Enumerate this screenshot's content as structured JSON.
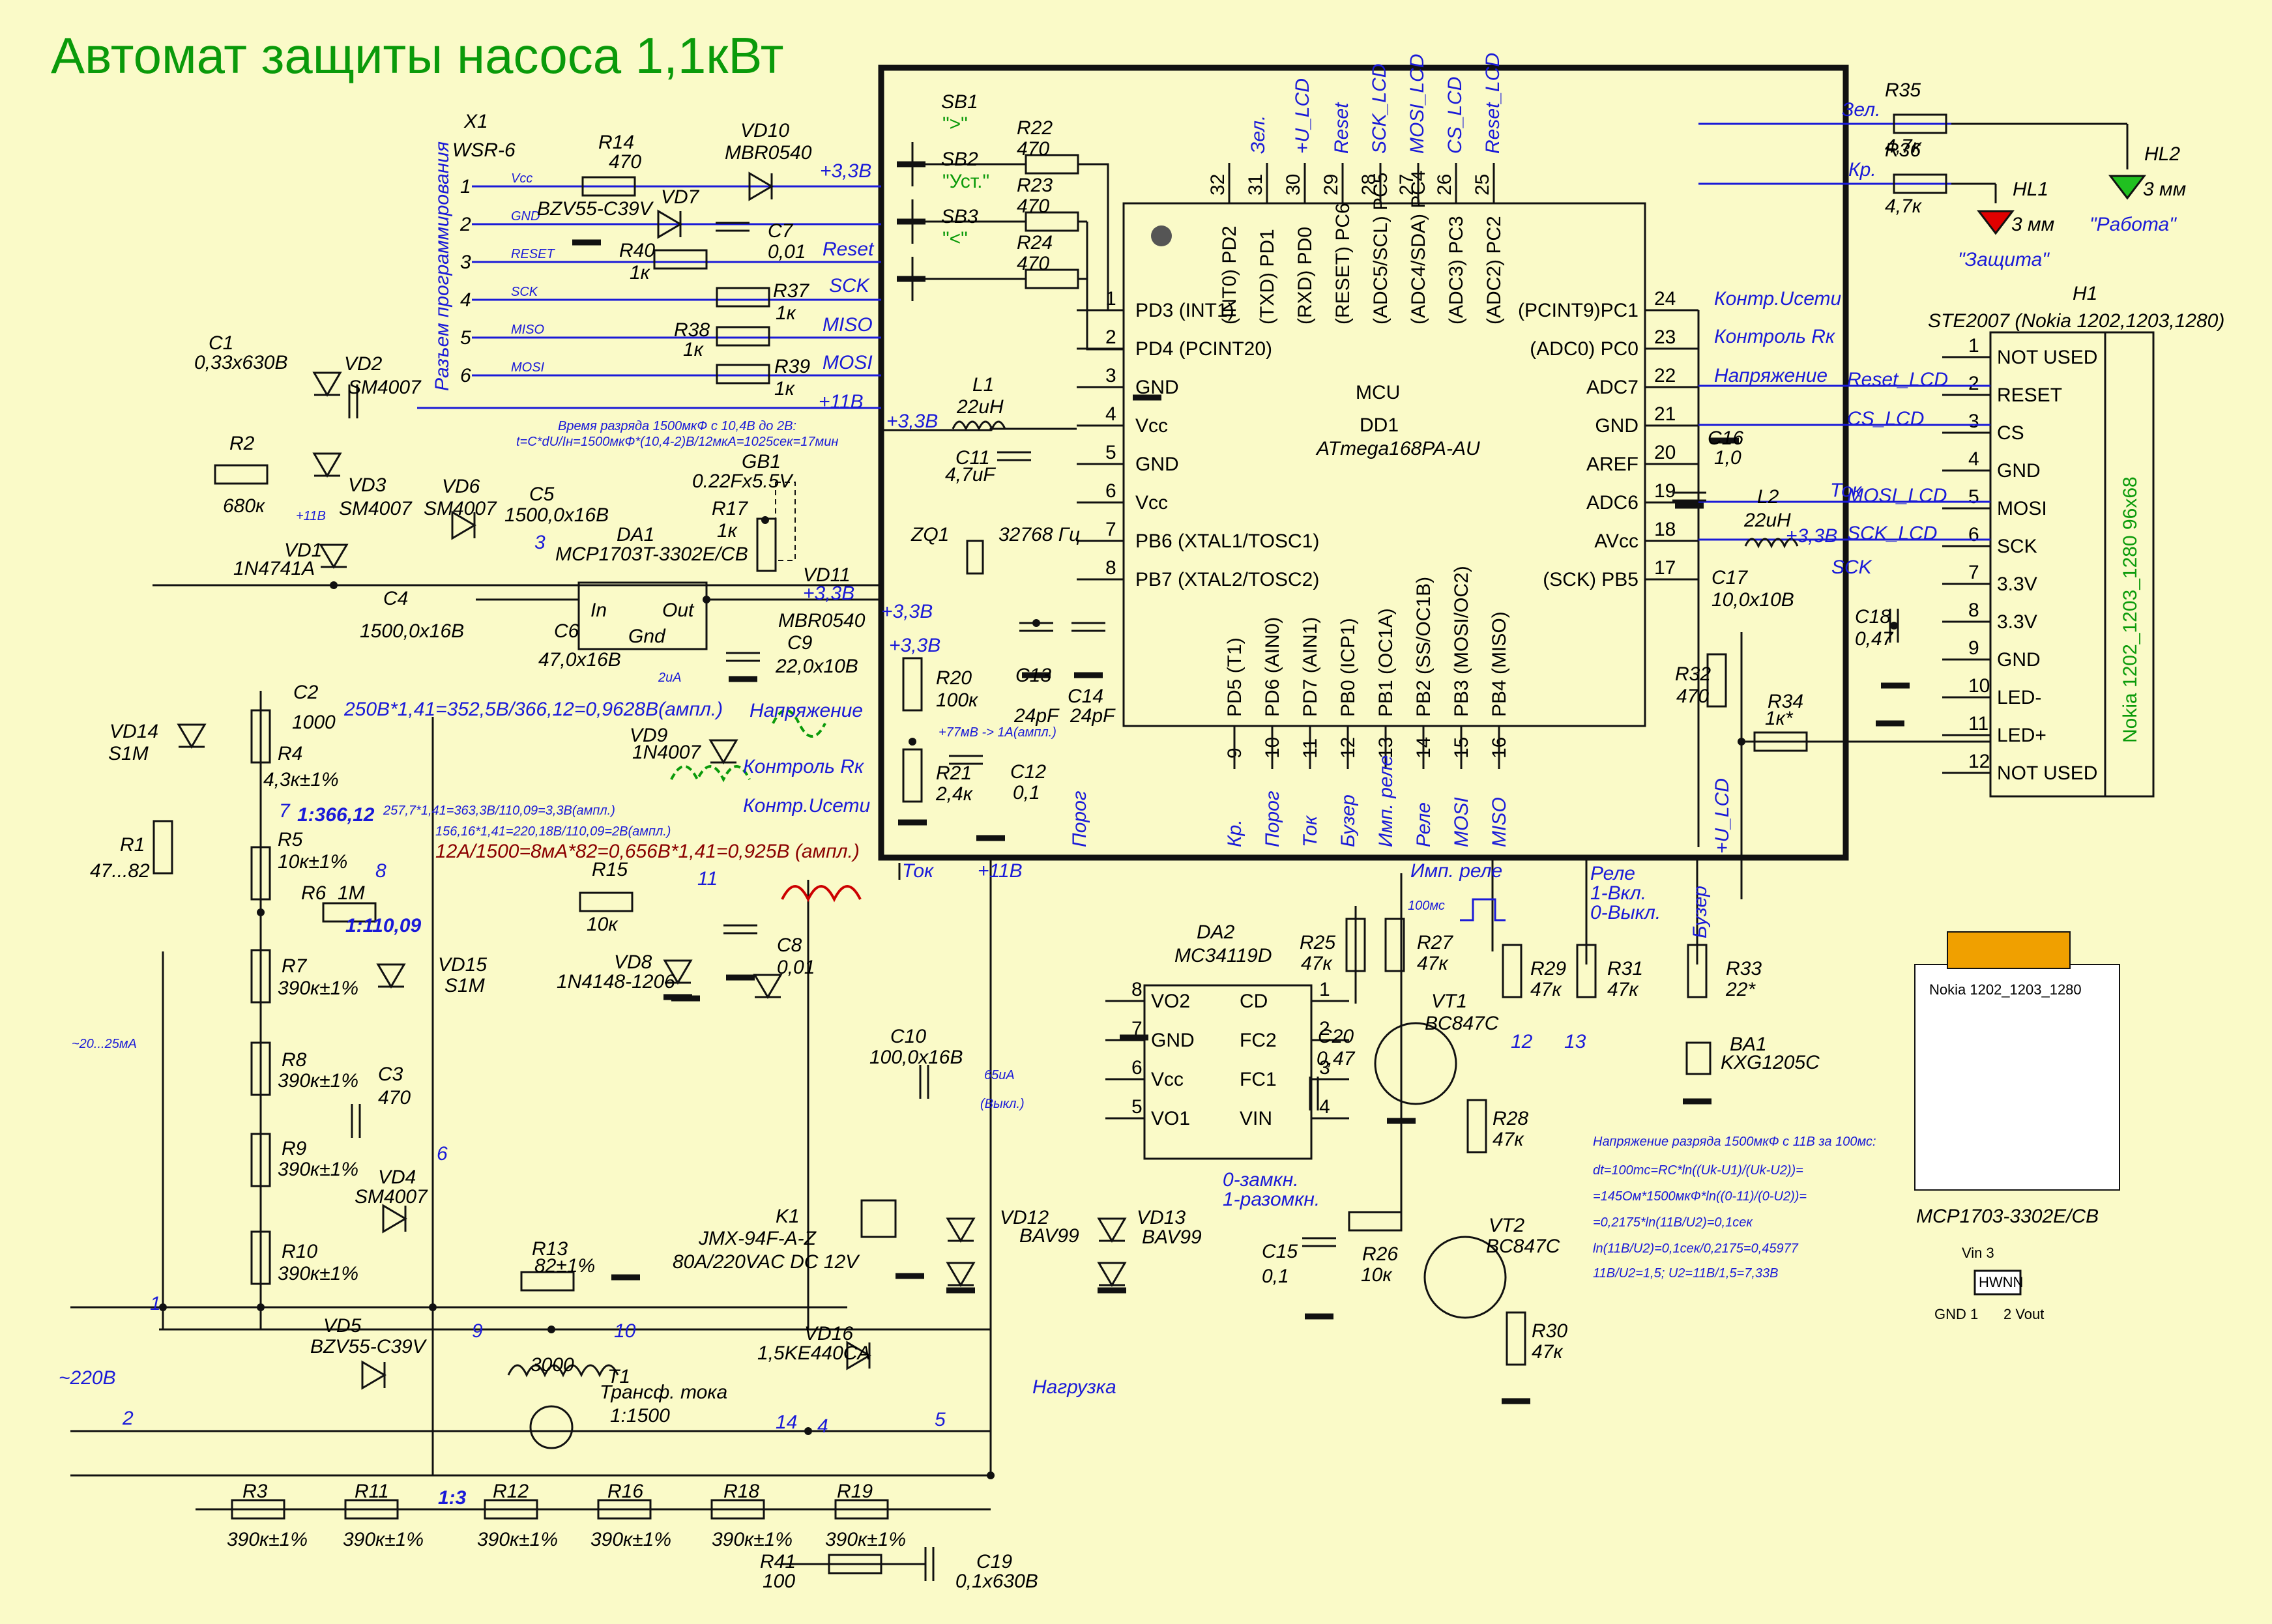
{
  "title": "Автомат защиты насоса 1,1кВт",
  "connector": {
    "ref": "X1",
    "part": "WSR-6",
    "side_label": "Разъем программирования",
    "pins": [
      "Vcc",
      "GND",
      "RESET",
      "SCK",
      "MISO",
      "MOSI"
    ]
  },
  "mcu": {
    "ref": "DD1",
    "part": "ATmega168PA-AU",
    "label": "MCU",
    "left_pins": [
      {
        "num": "1",
        "name": "PD3 (INT1)"
      },
      {
        "num": "2",
        "name": "PD4 (PCINT20)"
      },
      {
        "num": "3",
        "name": "GND"
      },
      {
        "num": "4",
        "name": "Vcc"
      },
      {
        "num": "5",
        "name": "GND"
      },
      {
        "num": "6",
        "name": "Vcc"
      },
      {
        "num": "7",
        "name": "PB6 (XTAL1/TOSC1)"
      },
      {
        "num": "8",
        "name": "PB7 (XTAL2/TOSC2)"
      }
    ],
    "right_pins": [
      {
        "num": "24",
        "name": "(PCINT9)PC1"
      },
      {
        "num": "23",
        "name": "(ADC0) PC0"
      },
      {
        "num": "22",
        "name": "ADC7"
      },
      {
        "num": "21",
        "name": "GND"
      },
      {
        "num": "20",
        "name": "AREF"
      },
      {
        "num": "19",
        "name": "ADC6"
      },
      {
        "num": "18",
        "name": "AVcc"
      },
      {
        "num": "17",
        "name": "(SCK) PB5"
      }
    ],
    "top_pins": [
      {
        "num": "32",
        "name": "(INT0) PD2"
      },
      {
        "num": "31",
        "name": "(TXD) PD1"
      },
      {
        "num": "30",
        "name": "(RXD) PD0"
      },
      {
        "num": "29",
        "name": "(RESET) PC6"
      },
      {
        "num": "28",
        "name": "(ADC5/SCL) PC5"
      },
      {
        "num": "27",
        "name": "(ADC4/SDA) PC4"
      },
      {
        "num": "26",
        "name": "(ADC3) PC3"
      },
      {
        "num": "25",
        "name": "(ADC2) PC2"
      }
    ],
    "bottom_pins": [
      {
        "num": "9",
        "name": "PD5 (T1)"
      },
      {
        "num": "10",
        "name": "PD6 (AIN0)"
      },
      {
        "num": "11",
        "name": "PD7 (AIN1)"
      },
      {
        "num": "12",
        "name": "PB0 (ICP1)"
      },
      {
        "num": "13",
        "name": "PB1 (OC1A)"
      },
      {
        "num": "14",
        "name": "PB2 (SS/OC1B)"
      },
      {
        "num": "15",
        "name": "PB3 (MOSI/OC2)"
      },
      {
        "num": "16",
        "name": "PB4 (MISO)"
      }
    ],
    "top_nets": [
      "Зел.",
      "+U_LCD",
      "Reset",
      "SCK_LCD",
      "MOSI_LCD",
      "CS_LCD",
      "Reset_LCD"
    ],
    "right_nets": [
      "Контр.Uсети",
      "Контроль Rк",
      "Напряжение",
      "Ток",
      "SCK"
    ],
    "bottom_nets": [
      "Кр.",
      "Порог",
      "Ток",
      "Бузер",
      "Имп. реле",
      "Реле",
      "MOSI",
      "MISO"
    ]
  },
  "lcd": {
    "ref": "H1",
    "part": "STE2007 (Nokia 1202,1203,1280)",
    "side_label": "Nokia 1202_1203_1280   96x68",
    "pins": [
      {
        "num": "1",
        "name": "NOT USED"
      },
      {
        "num": "2",
        "name": "RESET"
      },
      {
        "num": "3",
        "name": "CS"
      },
      {
        "num": "4",
        "name": "GND"
      },
      {
        "num": "5",
        "name": "MOSI"
      },
      {
        "num": "6",
        "name": "SCK"
      },
      {
        "num": "7",
        "name": "3.3V"
      },
      {
        "num": "8",
        "name": "3.3V"
      },
      {
        "num": "9",
        "name": "GND"
      },
      {
        "num": "10",
        "name": "LED-"
      },
      {
        "num": "11",
        "name": "LED+"
      },
      {
        "num": "12",
        "name": "NOT USED"
      }
    ],
    "nets": [
      "Reset_LCD",
      "CS_LCD",
      "MOSI_LCD",
      "SCK_LCD"
    ],
    "footprint_label": "Nokia 1202_1203_1280"
  },
  "leds": [
    {
      "ref": "HL2",
      "size": "3 мм",
      "label": "\"Работа\"",
      "net": "Зел.",
      "r": "R35",
      "rv": "4,7к"
    },
    {
      "ref": "HL1",
      "size": "3 мм",
      "label": "\"Защита\"",
      "net": "Кр.",
      "r": "R36",
      "rv": "4,7к"
    }
  ],
  "buttons": [
    {
      "ref": "SB1",
      "label": "\">\"",
      "r": "R22",
      "rv": "470"
    },
    {
      "ref": "SB2",
      "label": "\"Уст.\"",
      "r": "R23",
      "rv": "470"
    },
    {
      "ref": "SB3",
      "label": "\"<\"",
      "r": "R24",
      "rv": "470"
    }
  ],
  "parts": {
    "r14": "R14",
    "r14v": "470",
    "vd10": "VD10",
    "vd10v": "MBR0540",
    "vd7": "VD7",
    "vd7v": "BZV55-C39V",
    "c7": "C7",
    "c7v": "0,01",
    "r40": "R40",
    "r40v": "1к",
    "r37": "R37",
    "r37v": "1к",
    "r38": "R38",
    "r38v": "1к",
    "r39": "R39",
    "r39v": "1к",
    "c1": "C1",
    "c1v": "0,33x630В",
    "r2": "R2",
    "r2v": "680к",
    "vd2": "VD2",
    "vd2v": "SM4007",
    "vd3": "VD3",
    "vd3v": "SM4007",
    "vd1": "VD1",
    "vd1v": "1N4741A",
    "vd6": "VD6",
    "vd6v": "SM4007",
    "c5": "C5",
    "c5v": "1500,0x16В",
    "c4": "C4",
    "c4v": "1500,0x16В",
    "da1": "DA1",
    "da1v": "MCP1703T-3302E/CB",
    "c6": "C6",
    "c6v": "47,0x16В",
    "gb1": "GB1",
    "gb1v": "0.22Fx5.5V",
    "r17": "R17",
    "r17v": "1к",
    "vd11": "VD11",
    "vd11v": "MBR0540",
    "c9": "C9",
    "c9v": "22,0x10В",
    "l1": "L1",
    "l1v": "22uH",
    "c11": "C11",
    "c11v": "4,7uF",
    "zq1": "ZQ1",
    "zq1v": "32768 Гц",
    "c13": "C13",
    "c13v": "24pF",
    "c14": "C14",
    "c14v": "24pF",
    "r20": "R20",
    "r20v": "100к",
    "r21": "R21",
    "r21v": "2,4к",
    "c12": "C12",
    "c12v": "0,1",
    "c16": "C16",
    "c16v": "1,0",
    "l2": "L2",
    "l2v": "22uH",
    "c17": "C17",
    "c17v": "10,0x10В",
    "c18": "C18",
    "c18v": "0,47",
    "r32": "R32",
    "r32v": "470",
    "r34": "R34",
    "r34v": "1к*",
    "vd14": "VD14",
    "vd14v": "S1M",
    "r1": "R1",
    "r1v": "47...82",
    "r4": "R4",
    "r4v": "4,3к±1%",
    "c2": "C2",
    "c2v": "1000",
    "r5": "R5",
    "r5v": "10к±1%",
    "r6": "R6",
    "r6v": "1M",
    "r7": "R7",
    "r7v": "390к±1%",
    "r8": "R8",
    "r8v": "390к±1%",
    "r9": "R9",
    "r9v": "390к±1%",
    "r10": "R10",
    "r10v": "390к±1%",
    "c3": "C3",
    "c3v": "470",
    "vd4": "VD4",
    "vd4v": "SM4007",
    "vd9": "VD9",
    "vd9v": "1N4007",
    "vd15": "VD15",
    "vd15v": "S1M",
    "r15": "R15",
    "r15v": "10к",
    "vd8": "VD8",
    "vd8v": "1N4148-1206",
    "c8": "C8",
    "c8v": "0,01",
    "da2": "DA2",
    "da2v": "MC34119D",
    "c10": "C10",
    "c10v": "100,0x16В",
    "c20": "C20",
    "c20v": "0,47",
    "r25": "R25",
    "r25v": "47к",
    "r27": "R27",
    "r27v": "47к",
    "vt1": "VT1",
    "vt1v": "BC847C",
    "r28": "R28",
    "r28v": "47к",
    "vt2": "VT2",
    "vt2v": "BC847C",
    "r30": "R30",
    "r30v": "47к",
    "r26": "R26",
    "r26v": "10к",
    "c15": "C15",
    "c15v": "0,1",
    "r29": "R29",
    "r29v": "47к",
    "r31": "R31",
    "r31v": "47к",
    "r33": "R33",
    "r33v": "22*",
    "ba1": "BA1",
    "ba1v": "KXG1205C",
    "k1": "K1",
    "k1v": "JMX-94F-A-Z",
    "k1v2": "80A/220VAC DC 12V",
    "vd12": "VD12",
    "vd12v": "BAV99",
    "vd13": "VD13",
    "vd13v": "BAV99",
    "r13": "R13",
    "r13v": "82±1%",
    "t1": "T1",
    "t1v": "Трансф. тока",
    "t1r": "1:1500",
    "t1n": "3000",
    "vd5": "VD5",
    "vd5v": "BZV55-C39V",
    "vd16": "VD16",
    "vd16v": "1,5KE440CA",
    "r3": "R3",
    "r11": "R11",
    "r12": "R12",
    "r16": "R16",
    "r18": "R18",
    "r19": "R19",
    "rsv": "390к±1%",
    "r41": "R41",
    "r41v": "100",
    "c19": "C19",
    "c19v": "0,1x630В"
  },
  "da2_pins": [
    "VO2",
    "GND",
    "Vcc",
    "VO1",
    "CD",
    "FC2",
    "FC1",
    "VIN"
  ],
  "da1_pins": [
    "In",
    "Out",
    "Gnd"
  ],
  "notes": {
    "discharge": "Время разряда 1500мкФ с 10,4В до 2В:",
    "discharge2": "t=C*dU/Iн=1500мкФ*(10,4-2)В/12мкА=1025сек=17мин",
    "volt": "250В*1,41=352,5В/366,12=0,9628В(ампл.)",
    "volt2": "257,7*1,41=363,3В/110,09=3,3В(ампл.)",
    "volt3": "156,16*1,41=220,18В/110,09=2В(ампл.)",
    "cur": "12А/1500=8мА*82=0,656В*1,41=0,925В (ампл.)",
    "thr": "+77мВ -> 1А(ампл.)",
    "ratio1": "1:366,12",
    "ratio2": "1:110,09",
    "ratio3": "1:3",
    "i_leak": "~20...25мА",
    "i2": "2uA",
    "i65": "65uA",
    "i65b": "(Выкл.)",
    "pulse": "100мс",
    "relay": "Реле",
    "relay2": "1-Вкл.",
    "relay3": "0-Выкл.",
    "da2note": "0-замкн.",
    "da2note2": "1-разомкн.",
    "bignote": "Напряжение разряда 1500мкФ с 11В за 100мс:",
    "bignote2": "dt=100mc=RC*ln((Uk-U1)/(Uk-U2))=",
    "bignote3": "=145Ом*1500мкФ*ln((0-11)/(0-U2))=",
    "bignote4": "=0,2175*ln(11В/U2)=0,1сек",
    "bignote5": "ln(11В/U2)=0,1сек/0,2175=0,45977",
    "bignote6": "11В/U2=1,5;  U2=11В/1,5=7,33В",
    "mains": "~220В",
    "load": "Нагрузка",
    "mcp": "MCP1703-3302E/CB",
    "mcp_vin": "Vin  3",
    "mcp_gnd": "GND  1",
    "mcp_vout": "2  Vout",
    "mcp_mark": "HWNN"
  },
  "rails": {
    "v33": "+3,3В",
    "v11": "+11В",
    "v11s": "+11В",
    "reset": "Reset",
    "sck": "SCK",
    "miso": "MISO",
    "mosi": "MOSI",
    "napr": "Напряжение",
    "kontr": "Контроль Rк",
    "kusc": "Контр.Uсети",
    "porog": "Порог",
    "tok": "Ток",
    "imp": "Имп. реле",
    "buzer": "Бузер",
    "ulcd": "+U_LCD",
    "zel": "Зел.",
    "kr": "Кр."
  },
  "nodes": [
    "1",
    "2",
    "3",
    "4",
    "5",
    "6",
    "7",
    "8",
    "9",
    "10",
    "11",
    "12",
    "13",
    "14"
  ],
  "colors": {
    "background": "#fafac8",
    "title": "#0a9a0a",
    "net": "#1a1ad8",
    "wire": "#111111"
  }
}
